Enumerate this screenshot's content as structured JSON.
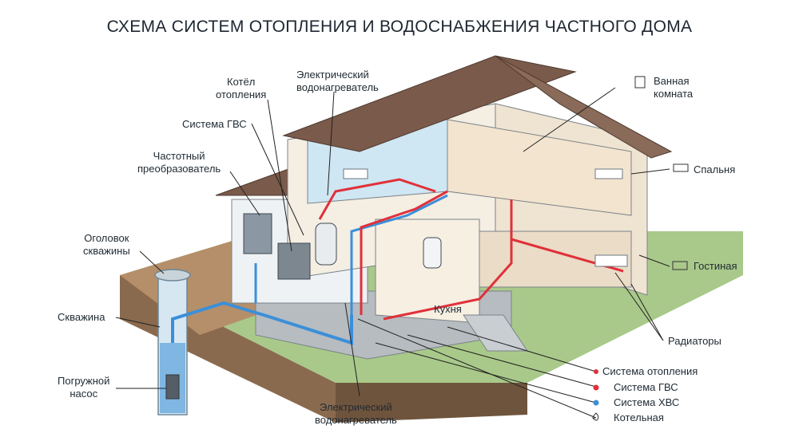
{
  "title": "СХЕМА СИСТЕМ ОТОПЛЕНИЯ И ВОДОСНАБЖЕНИЯ ЧАСТНОГО ДОМА",
  "labels": {
    "boiler": "Котёл\nотопления",
    "water_heater_top": "Электрический\nводонагреватель",
    "dhw_system": "Система ГВС",
    "freq_converter": "Частотный\nпреобразователь",
    "wellhead": "Оголовок\nскважины",
    "well": "Скважина",
    "pump": "Погружной\nнасос",
    "water_heater_bottom": "Электрический\nводонагреватель",
    "bathroom": "Ванная\nкомната",
    "bedroom": "Спальня",
    "living_room": "Гостиная",
    "radiators": "Радиаторы",
    "kitchen": "Кухня"
  },
  "legend": [
    {
      "label": "Система отопления",
      "color": "#e0303a",
      "icon": "red-dot"
    },
    {
      "label": "Система ГВС",
      "color": "#e0303a",
      "icon": "red-dot"
    },
    {
      "label": "Система ХВС",
      "color": "#3b8fd9",
      "icon": "blue-dot"
    },
    {
      "label": "Котельная",
      "color": "#333333",
      "icon": "flame-icon"
    }
  ],
  "colors": {
    "hot": "#e0303a",
    "cold": "#3b8fd9",
    "roof": "#7a5a4a",
    "ground": "#8a6a4e",
    "grass": "#8fb46a"
  }
}
